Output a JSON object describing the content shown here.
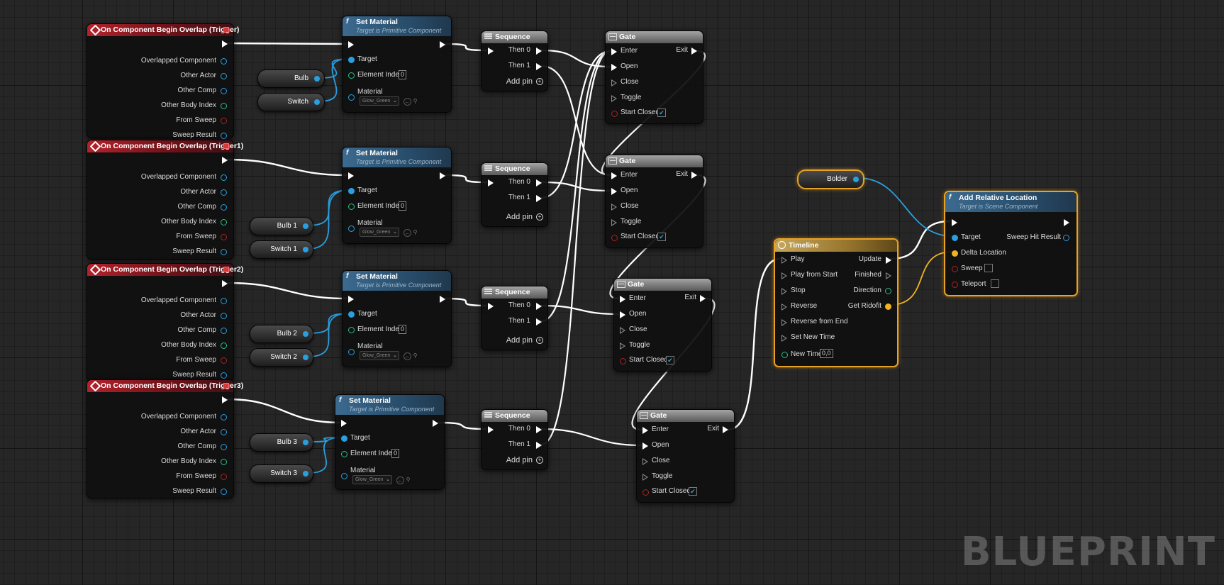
{
  "events": [
    {
      "title": "On Component Begin Overlap (Trigger)",
      "outputs": [
        "Overlapped Component",
        "Other Actor",
        "Other Comp",
        "Other Body Index",
        "From Sweep",
        "Sweep Result"
      ]
    },
    {
      "title": "On Component Begin Overlap (Trigger1)",
      "outputs": [
        "Overlapped Component",
        "Other Actor",
        "Other Comp",
        "Other Body Index",
        "From Sweep",
        "Sweep Result"
      ]
    },
    {
      "title": "On Component Begin Overlap (Trigger2)",
      "outputs": [
        "Overlapped Component",
        "Other Actor",
        "Other Comp",
        "Other Body Index",
        "From Sweep",
        "Sweep Result"
      ]
    },
    {
      "title": "On Component Begin Overlap (Trigger3)",
      "outputs": [
        "Overlapped Component",
        "Other Actor",
        "Other Comp",
        "Other Body Index",
        "From Sweep",
        "Sweep Result"
      ]
    }
  ],
  "set_material": {
    "title": "Set Material",
    "subtitle": "Target is Primitive Component",
    "target": "Target",
    "element_index": "Element Index",
    "element_index_value": "0",
    "material": "Material",
    "material_value": "Glow_Green"
  },
  "variables": [
    {
      "bulb": "Bulb",
      "switch": "Switch"
    },
    {
      "bulb": "Bulb 1",
      "switch": "Switch 1"
    },
    {
      "bulb": "Bulb 2",
      "switch": "Switch 2"
    },
    {
      "bulb": "Bulb 3",
      "switch": "Switch 3"
    }
  ],
  "sequence": {
    "title": "Sequence",
    "then0": "Then 0",
    "then1": "Then 1",
    "add_pin": "Add pin"
  },
  "gate": {
    "title": "Gate",
    "enter": "Enter",
    "exit": "Exit",
    "open": "Open",
    "close": "Close",
    "toggle": "Toggle",
    "start_closed": "Start Closed"
  },
  "bolder": {
    "label": "Bolder"
  },
  "timeline": {
    "title": "Timeline",
    "inputs": [
      "Play",
      "Play from Start",
      "Stop",
      "Reverse",
      "Reverse from End",
      "Set New Time"
    ],
    "new_time": "New Time",
    "new_time_value": "0,0",
    "outputs": [
      "Update",
      "Finished",
      "Direction",
      "Get Ridofit"
    ]
  },
  "add_relative_location": {
    "title": "Add Relative Location",
    "subtitle": "Target is Scene Component",
    "target": "Target",
    "delta": "Delta Location",
    "sweep": "Sweep",
    "teleport": "Teleport",
    "sweep_hit": "Sweep Hit Result"
  },
  "watermark": "BLUEPRINT",
  "colors": {
    "exec": "#ffffff",
    "object": "#2a9fe0",
    "int": "#26c283",
    "bool": "#b02121",
    "vector": "#f0b41e",
    "event_header": "#b3222b",
    "function_header": "#3c6a8f",
    "selection": "#e8a224"
  }
}
